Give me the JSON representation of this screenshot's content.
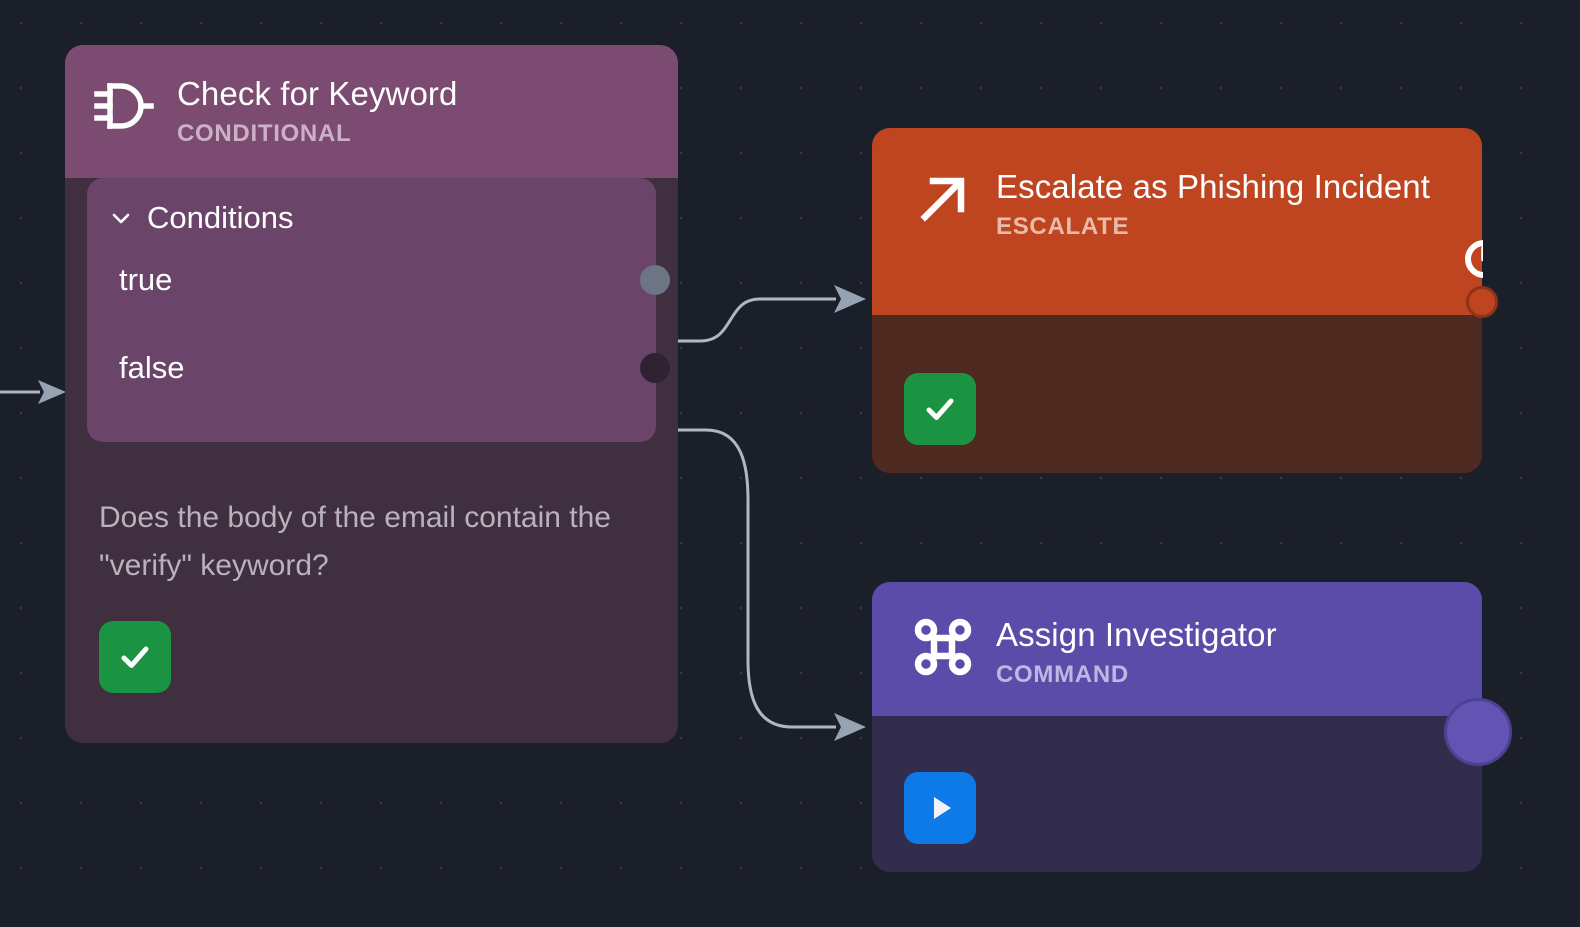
{
  "canvas": {
    "background_color": "#1b1f29",
    "grid": "dotted"
  },
  "nodes": [
    {
      "id": "conditional",
      "title": "Check for Keyword",
      "subtitle": "CONDITIONAL",
      "icon": "logic-gate-icon",
      "header_color": "#7C4B72",
      "body_color": "#3F2F3F",
      "panel": {
        "label": "Conditions",
        "collapse_icon": "chevron-down-icon",
        "rows": [
          {
            "label": "true",
            "port_color": "#6B7583"
          },
          {
            "label": "false",
            "port_color": "#2F2233"
          }
        ]
      },
      "description": "Does the body of the email contain the \"verify\" keyword?",
      "status_button": {
        "icon": "check-icon",
        "color": "#1A9342"
      }
    },
    {
      "id": "escalate",
      "title": "Escalate as Phishing Incident",
      "subtitle": "ESCALATE",
      "icon": "arrow-up-right-icon",
      "header_color": "#BF4420",
      "body_color": "#4E2A21",
      "edge_icon": "clock-icon",
      "output_port_color": "#BF4420",
      "status_button": {
        "icon": "check-icon",
        "color": "#1A9342"
      }
    },
    {
      "id": "command",
      "title": "Assign Investigator",
      "subtitle": "COMMAND",
      "icon": "command-icon",
      "header_color": "#5A4CA8",
      "body_color": "#322C4D",
      "output_port_color": "#6354B4",
      "status_button": {
        "icon": "play-icon",
        "color": "#0D7AE8"
      }
    }
  ],
  "edges": [
    {
      "from": "conditional.true",
      "to": "escalate",
      "color": "#AEB8C4"
    },
    {
      "from": "conditional.false",
      "to": "command",
      "color": "#AEB8C4"
    },
    {
      "from": "incoming",
      "to": "conditional",
      "color": "#AEB8C4"
    }
  ]
}
